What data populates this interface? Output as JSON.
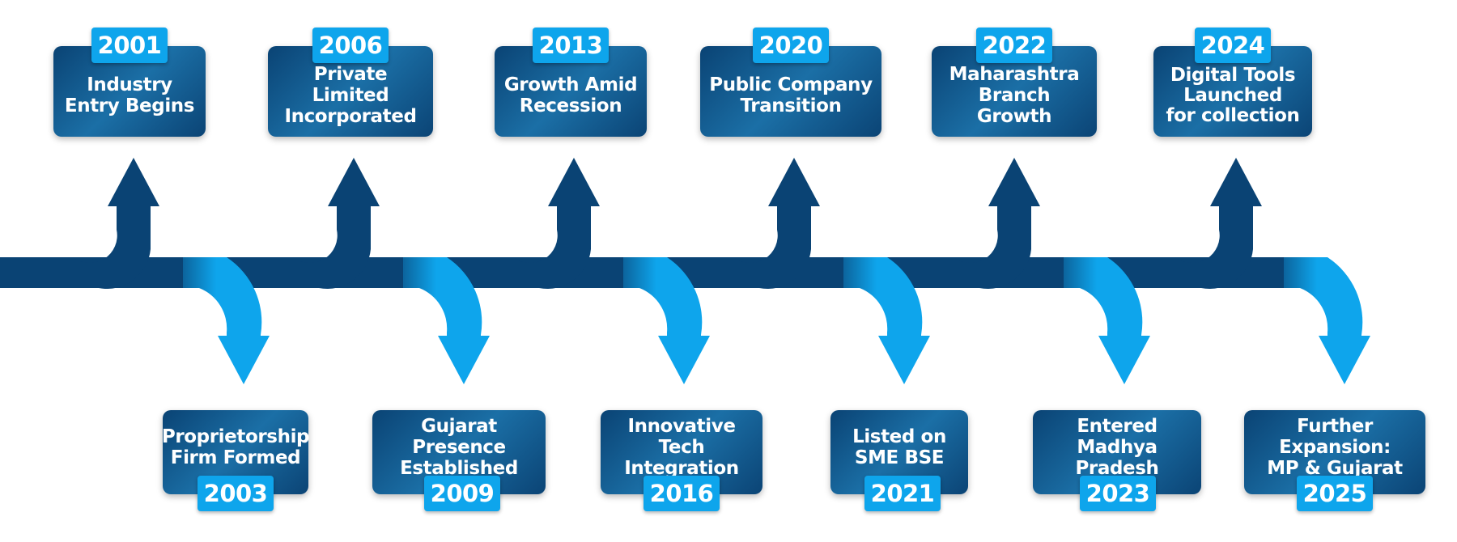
{
  "timeline": {
    "top_milestones": [
      {
        "year": "2001",
        "label": "Industry\nEntry Begins"
      },
      {
        "year": "2006",
        "label": "Private Limited\nIncorporated"
      },
      {
        "year": "2013",
        "label": "Growth Amid\nRecession"
      },
      {
        "year": "2020",
        "label": "Public Company\nTransition"
      },
      {
        "year": "2022",
        "label": "Maharashtra\nBranch Growth"
      },
      {
        "year": "2024",
        "label": "Digital Tools\nLaunched\nfor collection"
      }
    ],
    "bottom_milestones": [
      {
        "year": "2003",
        "label": "Proprietorship\nFirm Formed"
      },
      {
        "year": "2009",
        "label": "Gujarat Presence\nEstablished"
      },
      {
        "year": "2016",
        "label": "Innovative Tech\nIntegration"
      },
      {
        "year": "2021",
        "label": "Listed on\nSME BSE"
      },
      {
        "year": "2023",
        "label": "Entered\nMadhya Pradesh"
      },
      {
        "year": "2025",
        "label": "Further Expansion:\nMP & Gujarat"
      }
    ],
    "colors": {
      "dark_blue": "#0a4374",
      "light_blue": "#0ea5ec",
      "badge": "#0ea5ec"
    }
  }
}
